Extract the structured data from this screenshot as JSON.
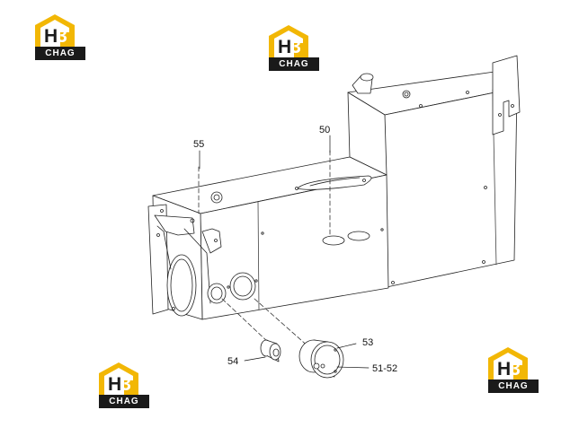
{
  "logo": {
    "mark_h": "H",
    "mark_3": "3",
    "plate_text": "CHAG",
    "brand_color": "#f2b705",
    "dark_color": "#1a1a1a"
  },
  "callouts": {
    "c55": "55",
    "c50": "50",
    "c53": "53",
    "c54": "54",
    "c5152": "51-52"
  }
}
